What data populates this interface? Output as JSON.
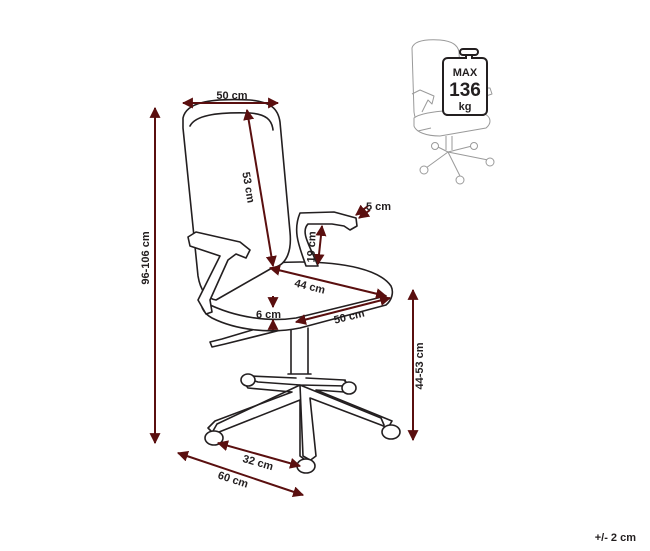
{
  "dimensions": {
    "total_height": "96-106 cm",
    "backrest_width": "50 cm",
    "backrest_height": "53 cm",
    "armrest_width": "5 cm",
    "armrest_height": "19 cm",
    "seat_depth": "44 cm",
    "seat_width": "50 cm",
    "seat_thickness": "6 cm",
    "seat_height": "44-53 cm",
    "base_radius": "32 cm",
    "base_width": "60 cm"
  },
  "badge": {
    "top": "MAX",
    "value": "136",
    "unit": "kg"
  },
  "tolerance": "+/- 2 cm",
  "colors": {
    "line": "#231f20",
    "dimension_arrow": "#5a0f0f",
    "thumbnail_line": "#9a9a9a"
  }
}
